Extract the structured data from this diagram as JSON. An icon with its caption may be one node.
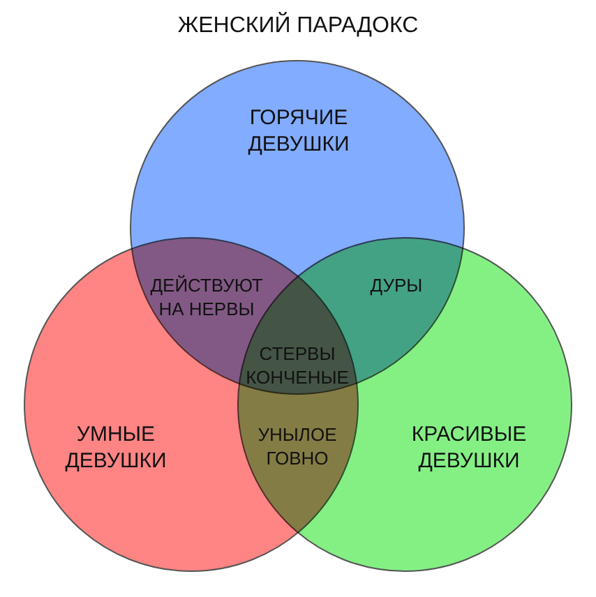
{
  "diagram": {
    "title": "ЖЕНСКИЙ ПАРАДОКС",
    "nodes": [
      {
        "text": [
          "ГОРЯЧИЕ ДЕВУШКИ"
        ]
      },
      {
        "text": [
          "УМНЫЕ ДЕВУШКИ"
        ]
      },
      {
        "text": [
          "КРАСИВЫЕ ДЕВУШКИ"
        ]
      }
    ],
    "labels": [
      "ДЕЙСТВУЮТ НА НЕРВЫ",
      "ДУРЫ",
      "СТЕРВЫ КОНЧЕНЫЕ",
      "УНЫЛОЕ ГОВНО"
    ]
  }
}
